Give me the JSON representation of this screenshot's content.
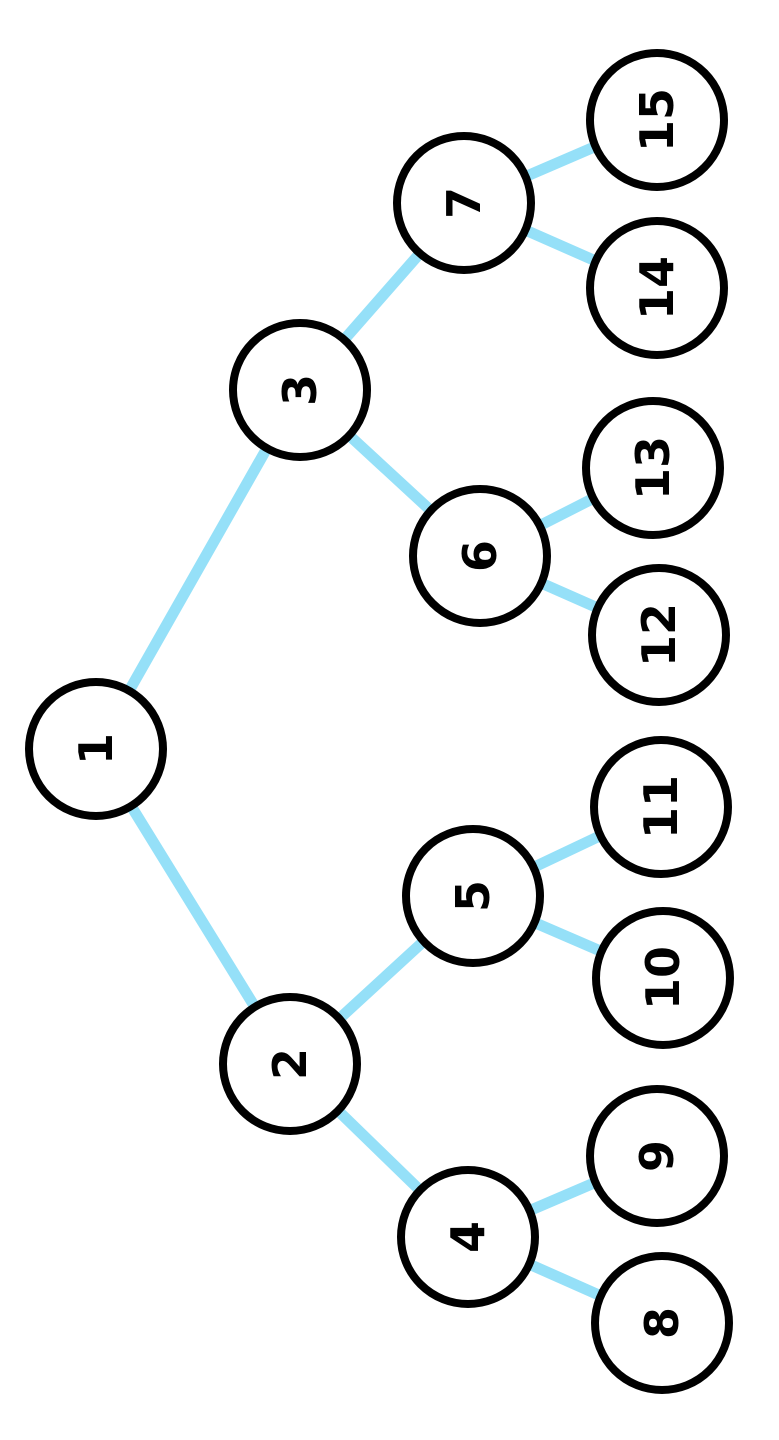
{
  "colors": {
    "edge": "#95e0f8",
    "node_stroke": "#000000",
    "node_fill": "#ffffff",
    "label": "#000000"
  },
  "tree": {
    "nodes": [
      {
        "id": "1",
        "label": "1"
      },
      {
        "id": "2",
        "label": "2"
      },
      {
        "id": "3",
        "label": "3"
      },
      {
        "id": "4",
        "label": "4"
      },
      {
        "id": "5",
        "label": "5"
      },
      {
        "id": "6",
        "label": "6"
      },
      {
        "id": "7",
        "label": "7"
      },
      {
        "id": "8",
        "label": "8"
      },
      {
        "id": "9",
        "label": "9"
      },
      {
        "id": "10",
        "label": "10"
      },
      {
        "id": "11",
        "label": "11"
      },
      {
        "id": "12",
        "label": "12"
      },
      {
        "id": "13",
        "label": "13"
      },
      {
        "id": "14",
        "label": "14"
      },
      {
        "id": "15",
        "label": "15"
      }
    ],
    "edges": [
      [
        "1",
        "2"
      ],
      [
        "1",
        "3"
      ],
      [
        "2",
        "4"
      ],
      [
        "2",
        "5"
      ],
      [
        "3",
        "6"
      ],
      [
        "3",
        "7"
      ],
      [
        "4",
        "8"
      ],
      [
        "4",
        "9"
      ],
      [
        "5",
        "10"
      ],
      [
        "5",
        "11"
      ],
      [
        "6",
        "12"
      ],
      [
        "6",
        "13"
      ],
      [
        "7",
        "14"
      ],
      [
        "7",
        "15"
      ]
    ]
  }
}
